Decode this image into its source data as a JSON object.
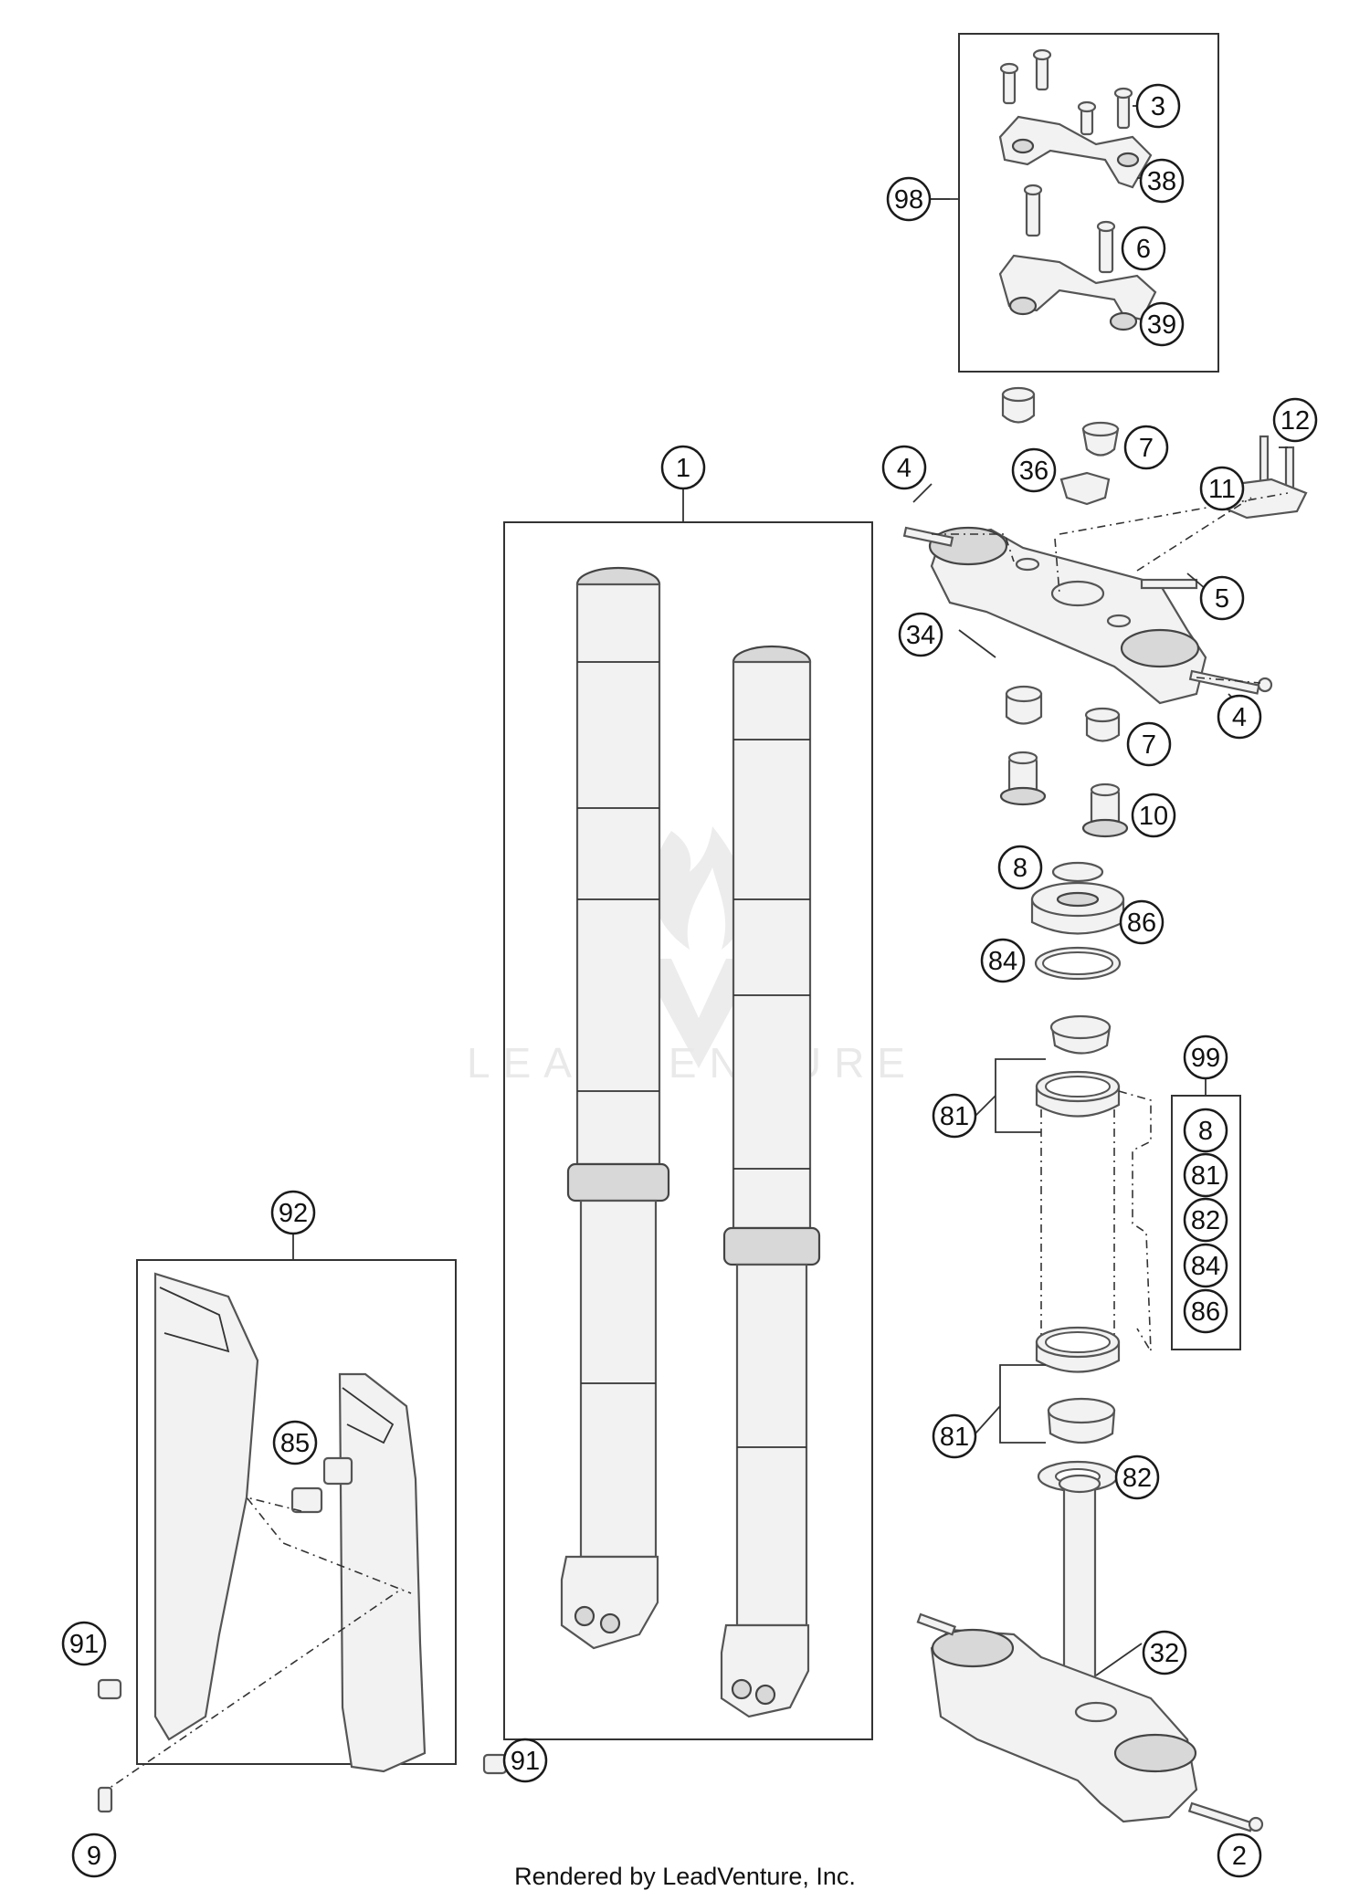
{
  "callouts": {
    "c1": "1",
    "c2": "2",
    "c3": "3",
    "c4a": "4",
    "c4b": "4",
    "c5": "5",
    "c6": "6",
    "c7a": "7",
    "c7b": "7",
    "c8a": "8",
    "c8b": "8",
    "c9": "9",
    "c10": "10",
    "c11": "11",
    "c12": "12",
    "c32": "32",
    "c34": "34",
    "c36": "36",
    "c38": "38",
    "c39": "39",
    "c81a": "81",
    "c81b": "81",
    "c81c": "81",
    "c82a": "82",
    "c82b": "82",
    "c84a": "84",
    "c84b": "84",
    "c85": "85",
    "c86a": "86",
    "c86b": "86",
    "c91a": "91",
    "c91b": "91",
    "c92": "92",
    "c98": "98",
    "c99": "99"
  },
  "watermark": {
    "text": "LEADVENTURE"
  },
  "footer": {
    "text": "Rendered by LeadVenture, Inc."
  }
}
